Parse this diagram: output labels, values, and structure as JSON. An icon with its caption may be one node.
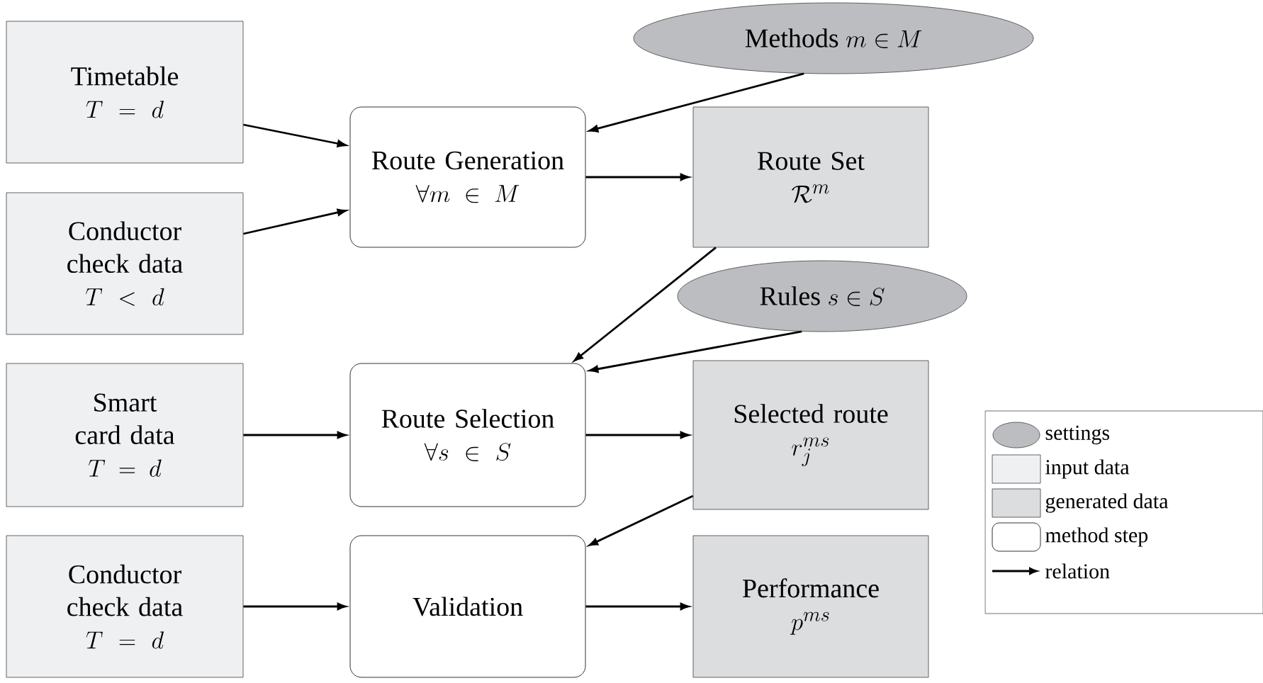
{
  "diagram": {
    "nodes": [
      {
        "text": [
          "Timetable",
          "T = d"
        ]
      },
      {
        "text": [
          "Conductor check data",
          "T < d"
        ]
      },
      {
        "text": [
          "Route Generation",
          "\\forall m \\in M"
        ]
      },
      {
        "text": [
          "Methods",
          "m \\in M"
        ]
      },
      {
        "text": [
          "Route Set",
          "\\mathcal{R}^m"
        ]
      },
      {
        "text": [
          "Rules",
          "s \\in S"
        ]
      },
      {
        "text": [
          "Smart card data",
          "T = d"
        ]
      },
      {
        "text": [
          "Route Selection",
          "\\forall s \\in S"
        ]
      },
      {
        "text": [
          "Selected route",
          "r_j^{ms}"
        ]
      },
      {
        "text": [
          "Conductor check data",
          "T = d"
        ]
      },
      {
        "text": [
          "Validation"
        ]
      },
      {
        "text": [
          "Performance",
          "p^{ms}"
        ]
      }
    ],
    "edges": [
      {
        "from": 0,
        "to": 2,
        "arrow": "to"
      },
      {
        "from": 1,
        "to": 2,
        "arrow": "to"
      },
      {
        "from": 3,
        "to": 2,
        "arrow": "to"
      },
      {
        "from": 2,
        "to": 4,
        "arrow": "to"
      },
      {
        "from": 4,
        "to": 7,
        "arrow": "to"
      },
      {
        "from": 5,
        "to": 7,
        "arrow": "to"
      },
      {
        "from": 6,
        "to": 7,
        "arrow": "to"
      },
      {
        "from": 7,
        "to": 8,
        "arrow": "to"
      },
      {
        "from": 8,
        "to": 10,
        "arrow": "to"
      },
      {
        "from": 9,
        "to": 10,
        "arrow": "to"
      },
      {
        "from": 10,
        "to": 11,
        "arrow": "to"
      }
    ],
    "legend": [
      {
        "text": "settings",
        "color": "#bcbdc1"
      },
      {
        "text": "input data",
        "color": "#eff0f2"
      },
      {
        "text": "generated data",
        "color": "#dcdddf"
      },
      {
        "text": "method step"
      },
      {
        "text": "relation"
      }
    ]
  }
}
